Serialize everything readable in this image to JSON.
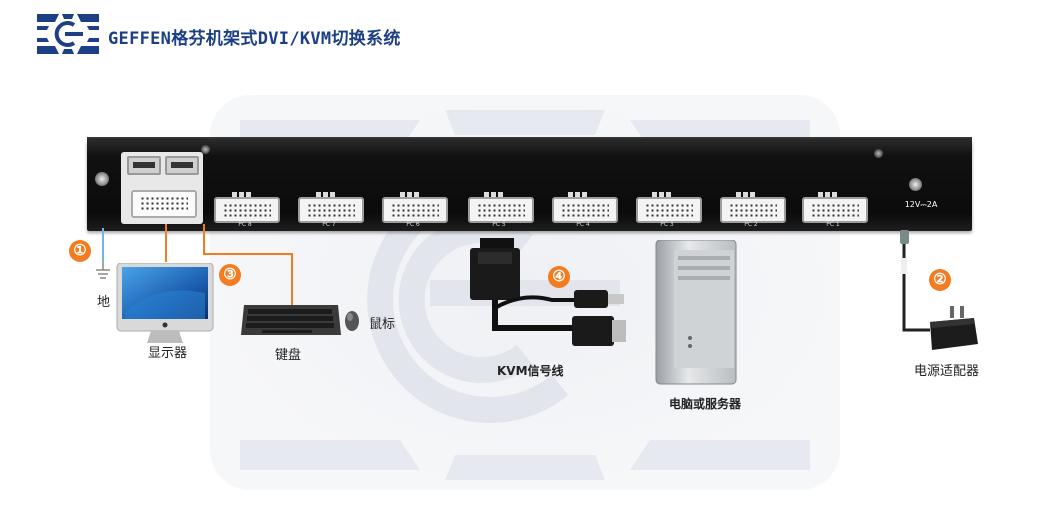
{
  "header": {
    "title": "GEFFEN格芬机架式DVI/KVM切换系统",
    "brand_color": "#1d3f86"
  },
  "device": {
    "ports": [
      "PC 8",
      "PC 7",
      "PC 6",
      "PC 5",
      "PC 4",
      "PC 3",
      "PC 2",
      "PC 1"
    ],
    "power_label": "12V⎓2A"
  },
  "callouts": {
    "step1": "①",
    "step2": "②",
    "step3": "③",
    "step4": "④",
    "accent_color": "#f47c20"
  },
  "labels": {
    "ground": "地",
    "monitor": "显示器",
    "keyboard": "键盘",
    "mouse": "鼠标",
    "kvm_cable": "KVM信号线",
    "server": "电脑或服务器",
    "power_adapter": "电源适配器"
  }
}
